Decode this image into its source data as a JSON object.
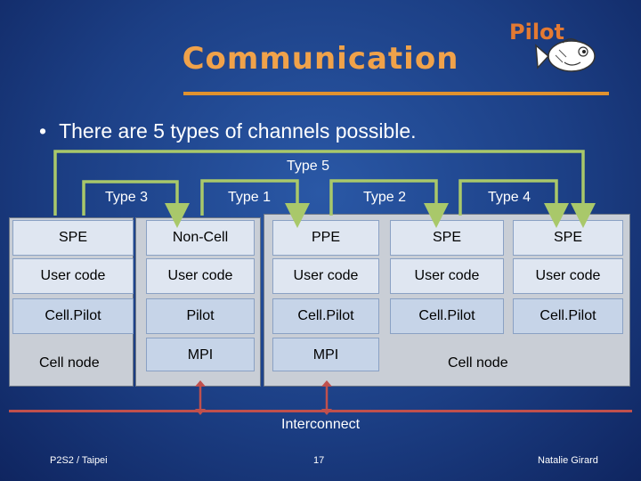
{
  "slide": {
    "title": "Communication",
    "bullet": "There are 5 types of channels possible.",
    "logo_text": "Pilot"
  },
  "channel_types": {
    "type5": "Type 5",
    "type3": "Type 3",
    "type1": "Type 1",
    "type2": "Type 2",
    "type4": "Type 4"
  },
  "node_left": {
    "columns": [
      {
        "cells": [
          "SPE",
          "User code",
          "Cell.Pilot"
        ]
      },
      {
        "cells": [
          "Non-Cell",
          "User code",
          "Pilot",
          "MPI"
        ]
      }
    ],
    "label": "Cell node"
  },
  "node_right": {
    "columns": [
      {
        "cells": [
          "PPE",
          "User code",
          "Cell.Pilot",
          "MPI"
        ]
      },
      {
        "cells": [
          "SPE",
          "User code",
          "Cell.Pilot"
        ]
      },
      {
        "cells": [
          "SPE",
          "User code",
          "Cell.Pilot"
        ]
      }
    ],
    "label": "Cell node"
  },
  "interconnect": {
    "label": "Interconnect"
  },
  "footer": {
    "left": "P2S2 / Taipei",
    "page": "17",
    "right": "Natalie Girard"
  },
  "colors": {
    "background": "#1c3f85",
    "title": "#f0a24a",
    "arrow": "#a9c86a",
    "interconnect": "#c0504d",
    "cell": "#c6d4e8",
    "node_box": "#c9ced6"
  }
}
